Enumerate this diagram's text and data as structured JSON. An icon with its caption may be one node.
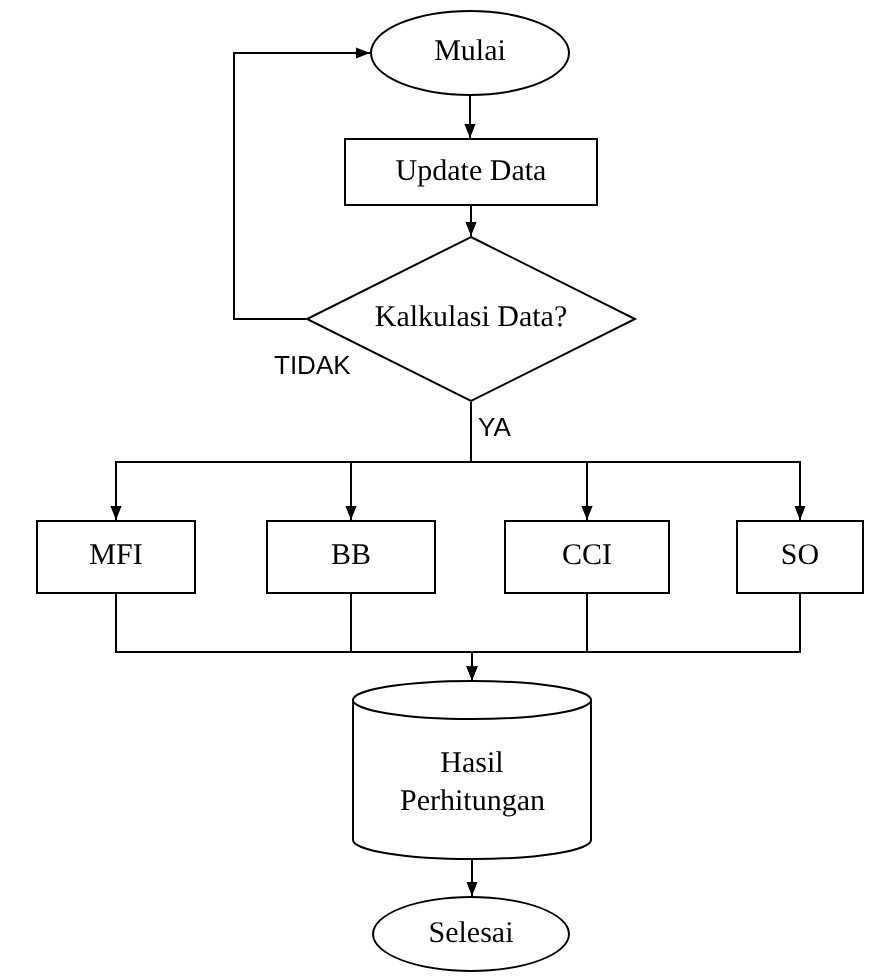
{
  "diagram": {
    "nodes": [
      {
        "text": [
          "Mulai"
        ]
      },
      {
        "text": [
          "Update Data"
        ]
      },
      {
        "text": [
          "Kalkulasi Data?"
        ]
      },
      {
        "text": [
          "MFI"
        ]
      },
      {
        "text": [
          "BB"
        ]
      },
      {
        "text": [
          "CCI"
        ]
      },
      {
        "text": [
          "SO"
        ]
      },
      {
        "text": [
          "Hasil Perhitungan"
        ]
      },
      {
        "text": [
          "Selesai"
        ]
      }
    ],
    "edges": [
      {
        "from": 0,
        "to": 1,
        "arrow": "to"
      },
      {
        "from": 1,
        "to": 2,
        "arrow": "to"
      },
      {
        "from": 2,
        "to": 0,
        "arrow": "to",
        "label": "TIDAK"
      },
      {
        "from": 2,
        "to": 3,
        "arrow": "to",
        "label": "YA"
      },
      {
        "from": 2,
        "to": 4,
        "arrow": "to"
      },
      {
        "from": 2,
        "to": 5,
        "arrow": "to"
      },
      {
        "from": 2,
        "to": 6,
        "arrow": "to"
      },
      {
        "from": 3,
        "to": 7,
        "arrow": "to"
      },
      {
        "from": 4,
        "to": 7,
        "arrow": "to"
      },
      {
        "from": 5,
        "to": 7,
        "arrow": "to"
      },
      {
        "from": 6,
        "to": 7,
        "arrow": "to"
      },
      {
        "from": 7,
        "to": 8,
        "arrow": "to"
      }
    ]
  }
}
